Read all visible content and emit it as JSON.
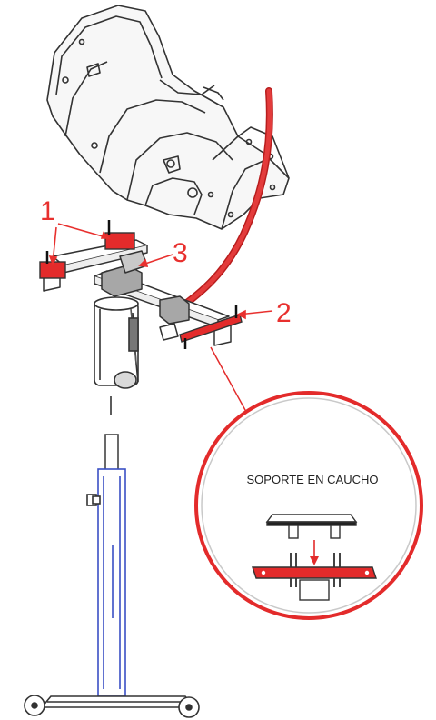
{
  "callouts": [
    {
      "id": "1",
      "label": "1"
    },
    {
      "id": "2",
      "label": "2"
    },
    {
      "id": "3",
      "label": "3"
    }
  ],
  "inset": {
    "title": "SOPORTE EN CAUCHO"
  },
  "colors": {
    "accent_red": "#e32b2b",
    "outline": "#333333",
    "stand_blue": "#3a4fc4",
    "bracket_grey": "#a7a7a7"
  }
}
